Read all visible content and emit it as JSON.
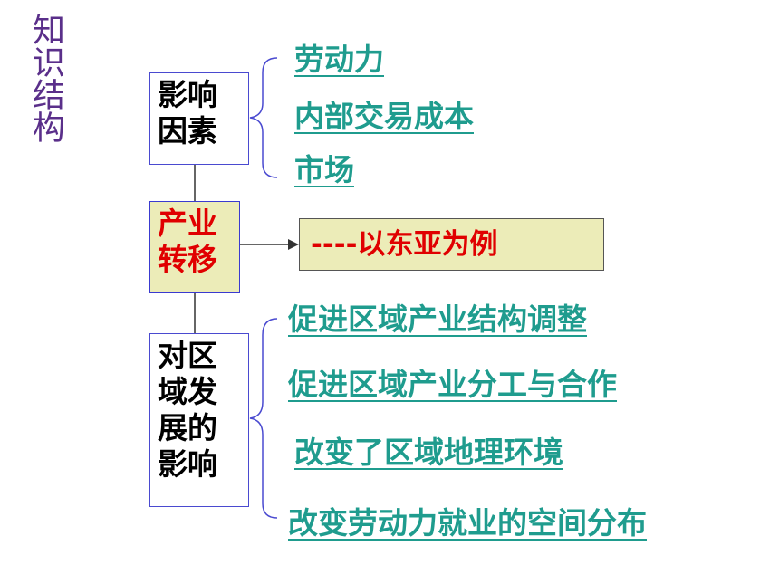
{
  "side_title": "知识结构",
  "boxes": {
    "factors": "影响因素",
    "transfer": "产业转移",
    "impact": "对区域发展的影响"
  },
  "factors": [
    "劳动力",
    "内部交易成本",
    "市场"
  ],
  "example": "----以东亚为例",
  "impacts": [
    "促进区域产业结构调整",
    "促进区域产业分工与合作",
    "改变了区域地理环境",
    "改变劳动力就业的空间分布"
  ],
  "colors": {
    "title": "#5a2f8a",
    "link": "#1f9c8e",
    "highlight_text": "#e00000",
    "highlight_bg": "#ececb8",
    "box_border": "#4a4ad0"
  }
}
